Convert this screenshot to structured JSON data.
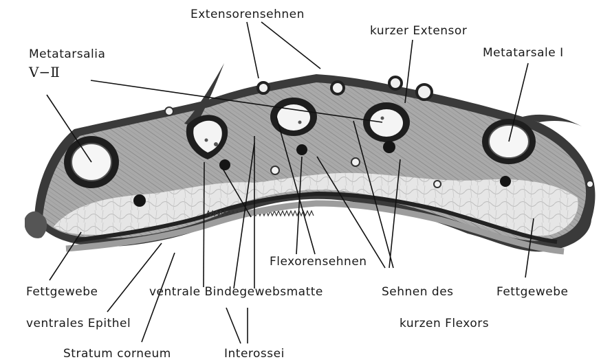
{
  "labels": {
    "extensorensehnen": "Extensorensehnen",
    "kurzer_extensor": "kurzer Extensor",
    "metatarsalia_line1": "Metatarsalia",
    "metatarsalia_line2": "Ⅴ−Ⅱ",
    "metatarsale_i": "Metatarsale Ⅰ",
    "flexorensehnen": "Flexorensehnen",
    "fettgewebe_left": "Fettgewebe",
    "ventrale_bindegewebsmatte": "ventrale Bindegewebsmatte",
    "sehnen_des": "Sehnen des",
    "fettgewebe_right": "Fettgewebe",
    "ventrales_epithel": "ventrales Epithel",
    "kurzen_flexors": "kurzen Flexors",
    "stratum_corneum": "Stratum corneum",
    "interossei": "Interossei"
  }
}
